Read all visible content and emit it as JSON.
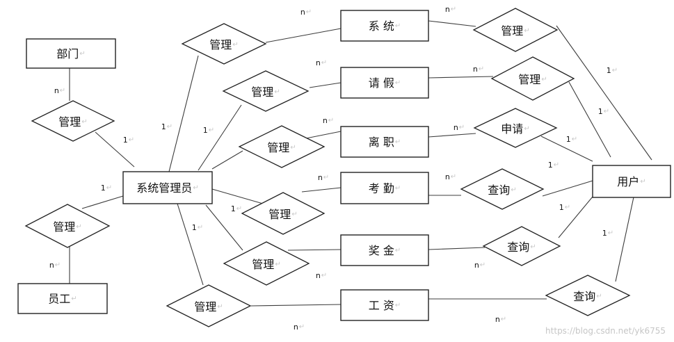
{
  "entities": {
    "bumen": "部门",
    "yuangong": "员工",
    "admin": "系统管理员",
    "xitong": "系 统",
    "qingjia": "请 假",
    "lizhi": "离 职",
    "kaoqin": "考 勤",
    "jiangjin": "奖 金",
    "gongzi": "工 资",
    "yonghu": "用户"
  },
  "relations": {
    "manage": "管理",
    "apply": "申请",
    "query": "查询"
  },
  "cardinality": {
    "one": "1",
    "many": "n"
  },
  "edit_mark": "↵",
  "watermark": "https://blog.csdn.net/yk6755"
}
